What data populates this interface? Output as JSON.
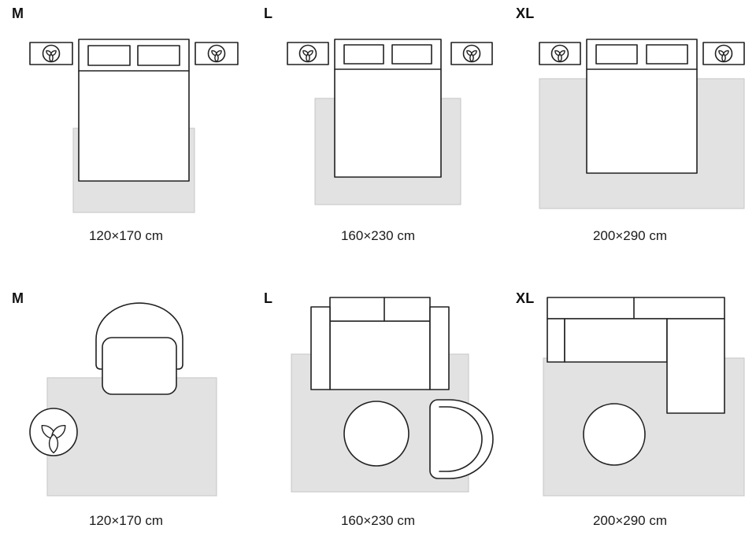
{
  "colors": {
    "rug": "#e2e2e2",
    "outline": "#212121",
    "background": "#ffffff"
  },
  "panels": [
    {
      "label": "M",
      "size": "120×170 cm",
      "scene": "bedroom"
    },
    {
      "label": "L",
      "size": "160×230 cm",
      "scene": "bedroom"
    },
    {
      "label": "XL",
      "size": "200×290 cm",
      "scene": "bedroom"
    },
    {
      "label": "M",
      "size": "120×170 cm",
      "scene": "living-room"
    },
    {
      "label": "L",
      "size": "160×230 cm",
      "scene": "living-room"
    },
    {
      "label": "XL",
      "size": "200×290 cm",
      "scene": "living-room"
    }
  ]
}
